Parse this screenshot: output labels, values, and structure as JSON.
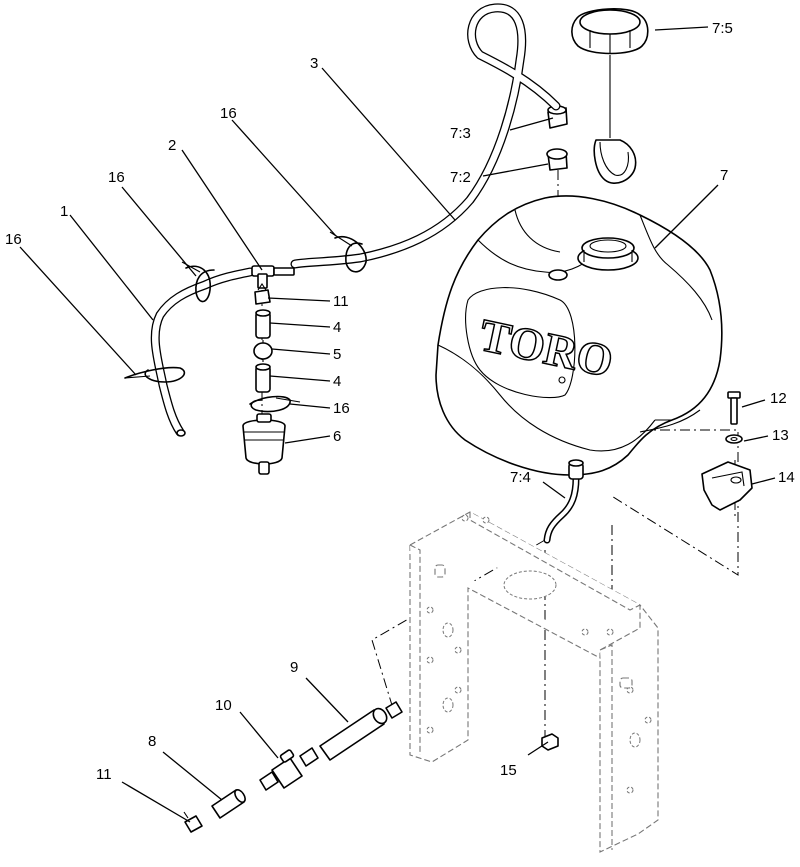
{
  "brand_text": "TORO",
  "callouts": {
    "tank": "7",
    "cap": "7:5",
    "grommet_top": "7:3",
    "bushing": "7:2",
    "outlet_elbow": "7:4",
    "hose_vent": "3",
    "tee": "2",
    "hose_return": "1",
    "clamp_left": "16",
    "clamp_mid": "16",
    "clamp_right": "16",
    "clamp_filter": "16",
    "clamp_upper": "11",
    "clamp_lower": "11",
    "hose_short_a": "4",
    "hose_short_b": "4",
    "check_valve": "5",
    "fuel_filter": "6",
    "bolt": "12",
    "washer": "13",
    "bracket": "14",
    "nut": "15",
    "fuel_hose": "9",
    "shutoff_valve": "10",
    "hose_end": "8"
  }
}
